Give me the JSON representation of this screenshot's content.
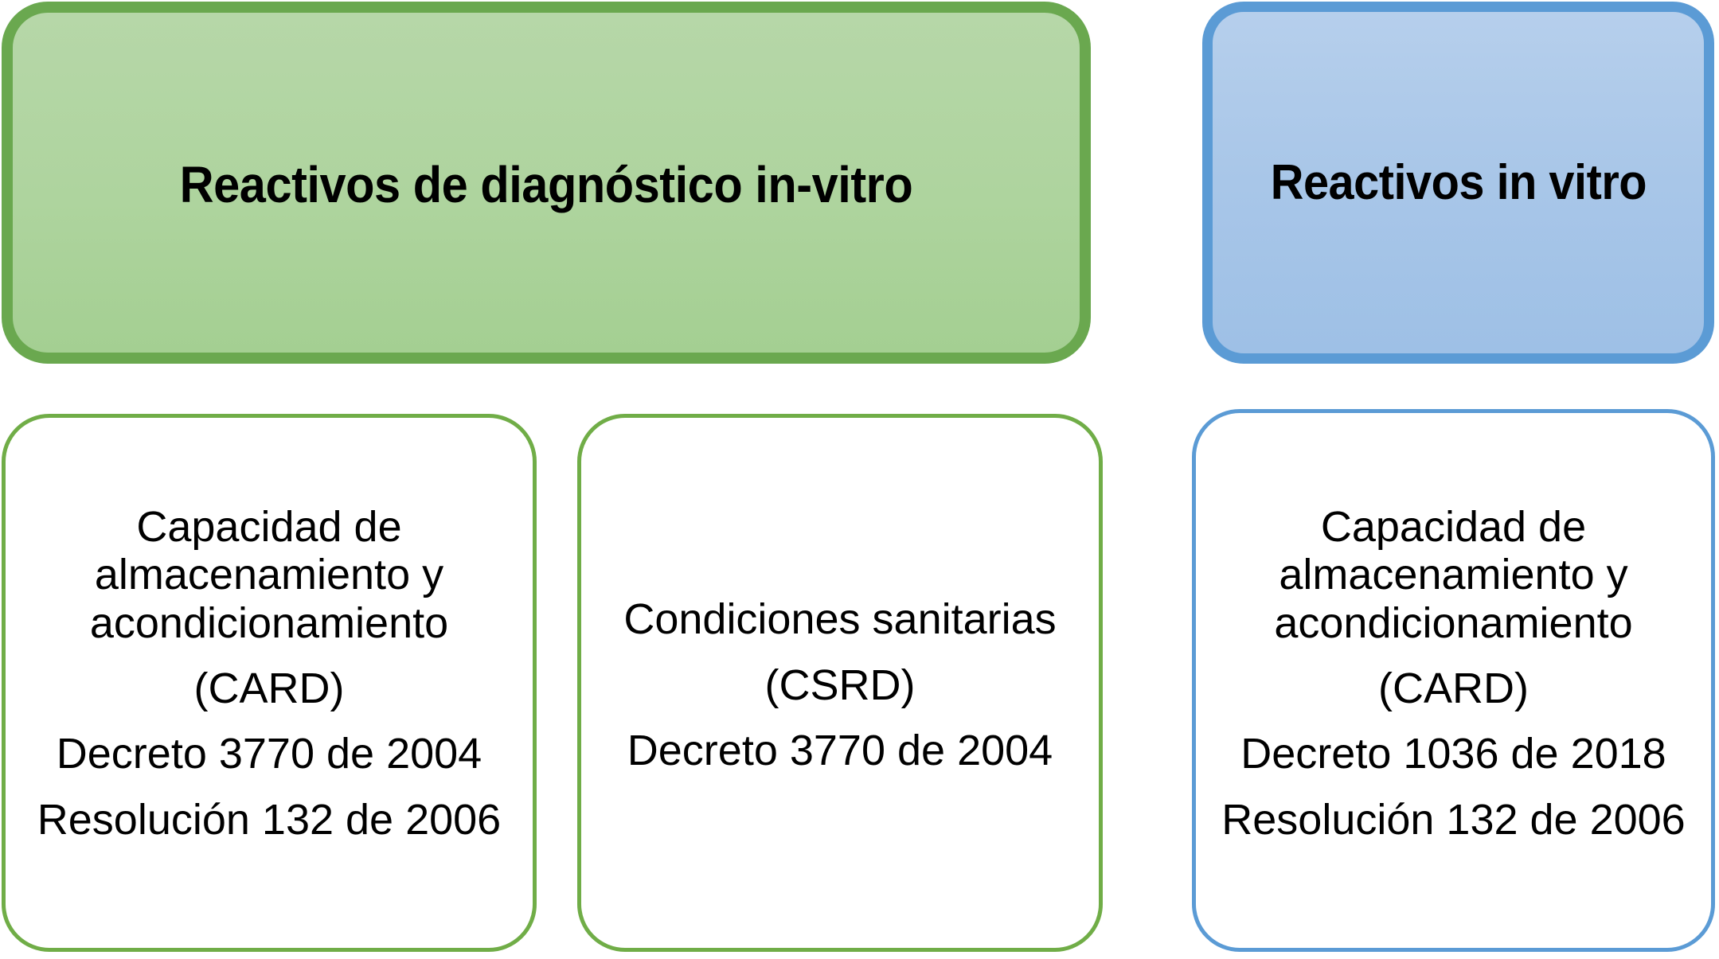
{
  "diagram": {
    "type": "two-column-category-diagram",
    "background_color": "#ffffff",
    "headers": [
      {
        "id": "green",
        "label": "Reactivos de diagnóstico in-vitro",
        "fill_color": "#b6d7a8",
        "border_color": "#6aa84f"
      },
      {
        "id": "blue",
        "label": "Reactivos in vitro",
        "fill_color": "#a8c6e8",
        "border_color": "#5b9bd5"
      }
    ],
    "cards": [
      {
        "id": "left",
        "border_color": "#70ad47",
        "fill_color": "#ffffff",
        "lines": [
          {
            "text": "Capacidad de almacenamiento y acondicionamiento",
            "gap_above": false
          },
          {
            "text": "(CARD)",
            "gap_above": true
          },
          {
            "text": "Decreto 3770 de 2004",
            "gap_above": true
          },
          {
            "text": "Resolución 132 de 2006",
            "gap_above": true
          }
        ]
      },
      {
        "id": "middle",
        "border_color": "#70ad47",
        "fill_color": "#ffffff",
        "lines": [
          {
            "text": "Condiciones sanitarias",
            "gap_above": false
          },
          {
            "text": "(CSRD)",
            "gap_above": true
          },
          {
            "text": "Decreto 3770 de 2004",
            "gap_above": true
          }
        ]
      },
      {
        "id": "right",
        "border_color": "#5b9bd5",
        "fill_color": "#ffffff",
        "lines": [
          {
            "text": "Capacidad de almacenamiento y acondicionamiento",
            "gap_above": false
          },
          {
            "text": "(CARD)",
            "gap_above": true
          },
          {
            "text": "Decreto 1036 de 2018",
            "gap_above": true
          },
          {
            "text": "Resolución 132 de 2006",
            "gap_above": true
          }
        ]
      }
    ]
  }
}
